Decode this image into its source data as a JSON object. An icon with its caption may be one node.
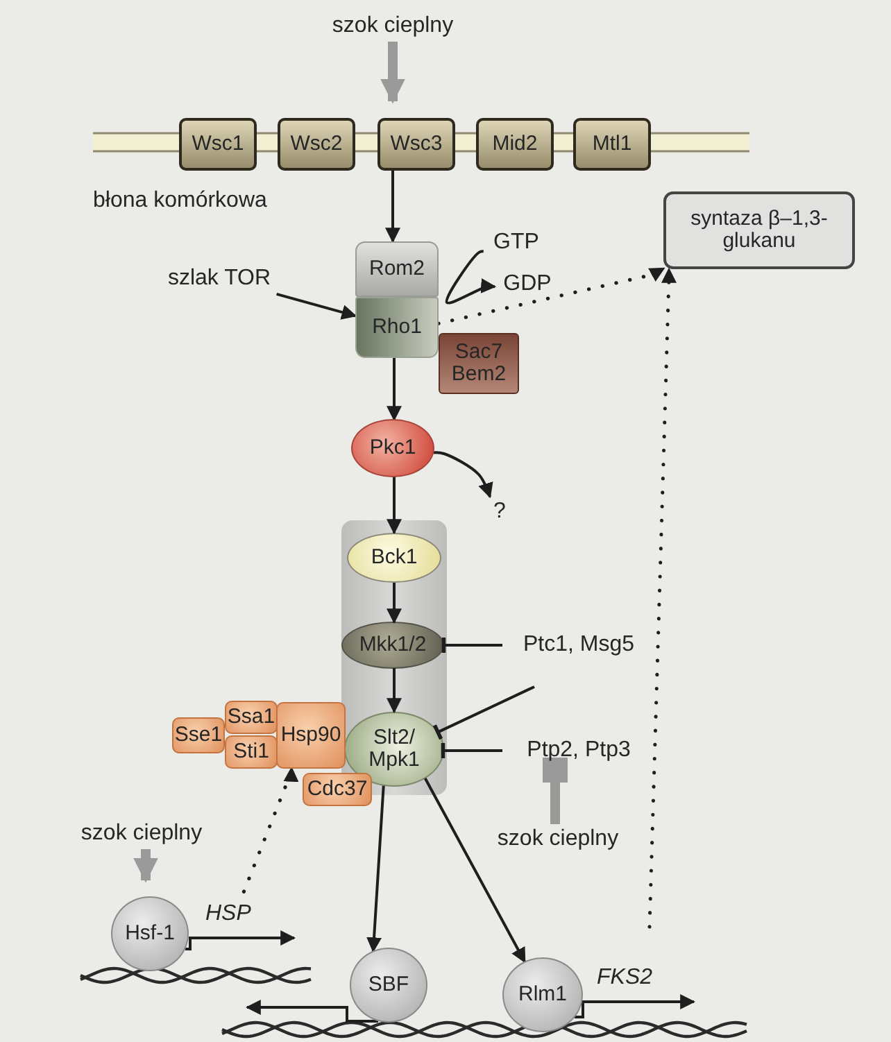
{
  "diagram": {
    "nodes": [
      {
        "text": [
          "szok cieplny"
        ]
      },
      {
        "text": [
          "Wsc1"
        ]
      },
      {
        "text": [
          "Wsc2"
        ]
      },
      {
        "text": [
          "Wsc3"
        ]
      },
      {
        "text": [
          "Mid2"
        ]
      },
      {
        "text": [
          "Mtl1"
        ]
      },
      {
        "text": [
          "Rom2"
        ]
      },
      {
        "text": [
          "Rho1"
        ]
      },
      {
        "text": [
          "Sac7 Bem2"
        ]
      },
      {
        "text": [
          "szlak TOR"
        ]
      },
      {
        "text": [
          "GTP"
        ]
      },
      {
        "text": [
          "GDP"
        ]
      },
      {
        "text": [
          "syntaza β–1,3- glukanu"
        ]
      },
      {
        "text": [
          "Pkc1"
        ]
      },
      {
        "text": [
          "?"
        ]
      },
      {
        "text": [],
        "shape": "box"
      },
      {
        "text": [
          "Bck1"
        ],
        "in": 15
      },
      {
        "text": [
          "Mkk1/2"
        ],
        "in": 15
      },
      {
        "text": [
          "Slt2/ Mpk1"
        ],
        "in": 15
      },
      {
        "text": [
          "Ptc1, Msg5"
        ]
      },
      {
        "text": [
          "Ptp2, Ptp3"
        ]
      },
      {
        "text": [
          "szok cieplny"
        ]
      },
      {
        "text": [
          "Sse1"
        ]
      },
      {
        "text": [
          "Ssa1"
        ]
      },
      {
        "text": [
          "Sti1"
        ]
      },
      {
        "text": [
          "Hsp90"
        ]
      },
      {
        "text": [
          "Cdc37"
        ]
      },
      {
        "text": [
          "szok cieplny"
        ]
      },
      {
        "text": [
          "Hsf-1"
        ]
      },
      {
        "text": [
          "SBF"
        ]
      },
      {
        "text": [
          "Rlm1"
        ]
      }
    ],
    "edges": [
      {
        "from": 0,
        "to": 3,
        "arrow": "to",
        "style": "thick",
        "color": "#9a9a9a"
      },
      {
        "from": 3,
        "to": 6,
        "arrow": "to"
      },
      {
        "from": 9,
        "to": 7,
        "arrow": "to"
      },
      {
        "from": 10,
        "to": 11,
        "arrow": "to"
      },
      {
        "from": 7,
        "to": 12,
        "arrow": "to",
        "style": "dashed"
      },
      {
        "from": 7,
        "to": 13,
        "arrow": "to"
      },
      {
        "from": 13,
        "to": 14,
        "arrow": "to"
      },
      {
        "from": 13,
        "to": 16,
        "arrow": "to"
      },
      {
        "from": 16,
        "to": 17,
        "arrow": "to"
      },
      {
        "from": 17,
        "to": 18,
        "arrow": "to"
      },
      {
        "from": 19,
        "to": 17,
        "arrow": "other"
      },
      {
        "from": null,
        "to": 18,
        "arrow": "other"
      },
      {
        "from": 20,
        "to": 18,
        "arrow": "other"
      },
      {
        "from": 21,
        "to": 20,
        "arrow": "other",
        "style": "thick",
        "color": "#9a9a9a"
      },
      {
        "from": 18,
        "to": 29,
        "arrow": "to"
      },
      {
        "from": 18,
        "to": 30,
        "arrow": "to"
      },
      {
        "from": 27,
        "to": 28,
        "arrow": "to",
        "style": "thick",
        "color": "#9a9a9a"
      },
      {
        "from": null,
        "to": 25,
        "arrow": "to",
        "style": "dashed"
      },
      {
        "from": 28,
        "to": null,
        "arrow": "to",
        "label": "HSP"
      },
      {
        "from": 29,
        "to": null,
        "arrow": "to"
      },
      {
        "from": 30,
        "to": null,
        "arrow": "to",
        "label": "FKS2"
      },
      {
        "from": null,
        "to": 12,
        "arrow": "to",
        "style": "dashed"
      }
    ],
    "labels": [
      "błona komórkowa"
    ]
  }
}
